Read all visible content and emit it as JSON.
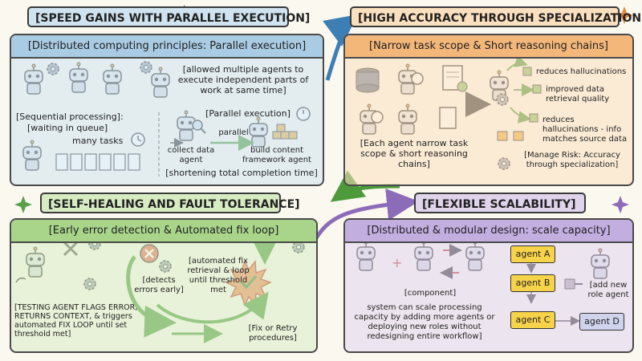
{
  "panels": {
    "speed": {
      "section_title": "[SPEED GAINS WITH PARALLEL EXECUTION]",
      "panel_title": "[Distributed computing principles: Parallel execution]",
      "multi_agents": "[allowed multiple agents to execute independent parts of work at same time]",
      "sequential_processing": "[Sequential processing]:",
      "waiting_in_queue": "[waiting in queue]",
      "many_tasks": "many tasks",
      "parallel_execution": "[Parallel execution]",
      "parallel": "parallel",
      "collect_data_agent": "collect data agent",
      "build_content_agent": "build content framework agent",
      "shortening_time": "[shortening total completion time]"
    },
    "accuracy": {
      "section_title": "[HIGH ACCURACY THROUGH SPECIALIZATION]",
      "panel_title": "[Narrow task scope & Short reasoning chains]",
      "reduces_hallucinations": "reduces hallucinations",
      "improved_retrieval": "improved data retrieval quality",
      "reduces_hallucinations_info": "reduces hallucinations - info matches source data",
      "each_agent": "[Each agent narrow task scope & short reasoning chains]",
      "manage_risk": "[Manage Risk: Accuracy through specialization]"
    },
    "healing": {
      "section_title": "[SELF-HEALING AND FAULT TOLERANCE]",
      "panel_title": "[Early error detection & Automated fix loop]",
      "detects_errors": "[detects errors early]",
      "automated_fix": "[automated fix retrieval & loop until threshold met",
      "testing_agent": "[TESTING AGENT FLAGS ERROR, RETURNS CONTEXT, & triggers automated FIX LOOP until set threshold met]",
      "fix_or_retry": "[Fix or Retry procedures]"
    },
    "scalability": {
      "section_title": "[FLEXIBLE SCALABILITY]",
      "panel_title": "[Distributed & modular design: scale capacity]",
      "component": "[component]",
      "system_scale": "system can scale processing capacity by adding more agents or deploying new roles without redesigning entire workflow]",
      "add_new_role": "[add new role agent",
      "agent_a": "agent A",
      "agent_b": "agent B",
      "agent_c": "agent C",
      "agent_d": "agent D"
    }
  },
  "colors": {
    "blue_panel": "#cfe3f0",
    "blue_header": "#a9cbe3",
    "orange_panel": "#fbe0bf",
    "orange_header": "#f3b77a",
    "green_panel": "#d8ecc4",
    "green_header": "#a9d58a",
    "purple_panel": "#e0d4ec",
    "purple_header": "#c3aee0",
    "agent_box": "#f7d34a"
  },
  "icons": [
    "robot-icon",
    "gear-icon",
    "clock-icon",
    "magnifier-icon",
    "database-icon",
    "document-icon",
    "checkmark-icon",
    "lock-icon",
    "wrench-icon",
    "error-x-icon",
    "starburst-check-icon",
    "plug-icon",
    "sparkle-icon"
  ]
}
